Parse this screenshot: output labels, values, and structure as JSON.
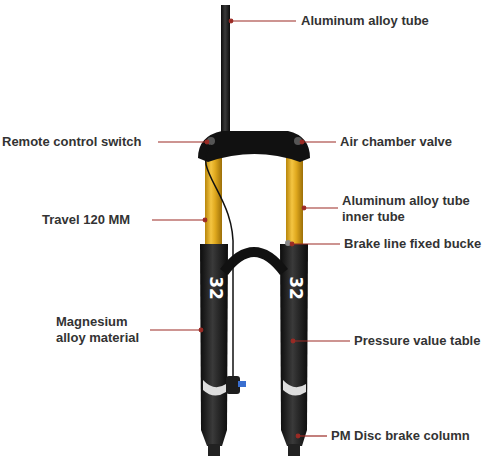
{
  "diagram": {
    "labels": [
      "Aluminum alloy tube",
      "Remote control switch",
      "Air chamber valve",
      "Aluminum alloy tube inner tube",
      "Travel 120 MM",
      "Brake line fixed bucke",
      "Magnesium alloy material",
      "Pressure value table",
      "PM Disc brake column",
      "32",
      "32"
    ]
  }
}
